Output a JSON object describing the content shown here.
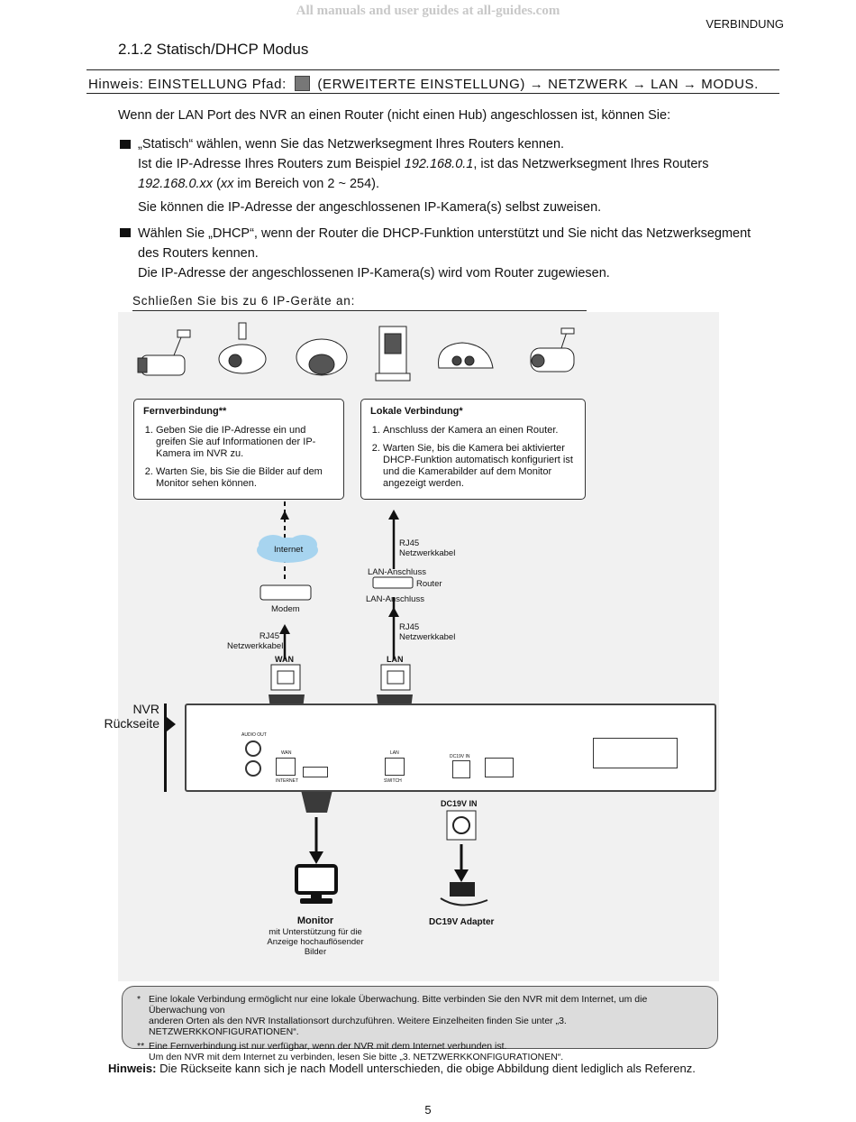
{
  "watermark": "All manuals and user guides at all-guides.com",
  "section_tag": "VERBINDUNG",
  "heading": "2.1.2 Statisch/DHCP Modus",
  "hint_path": {
    "prefix": "Hinweis: EINSTELLUNG Pfad:",
    "icon": "settings-icon",
    "suffix": "(ERWEITERTE EINSTELLUNG) → NETZWERK → LAN → MODUS."
  },
  "intro": "Wenn der LAN Port des NVR an einen Router (nicht einen Hub) angeschlossen ist, können Sie:",
  "bullets": [
    {
      "line1": "„Statisch“ wählen, wenn Sie das Netzwerksegment Ihres Routers kennen.",
      "line2_a": "Ist die IP-Adresse Ihres Routers zum Beispiel ",
      "line2_ip": "192.168.0.1",
      "line2_b": ", ist das Netzwerksegment Ihres Routers",
      "line3_seg": "192.168.0.xx",
      "line3_a": " (",
      "line3_xx": "xx",
      "line3_b": " im Bereich von 2 ~ 254).",
      "line4": "Sie können die IP-Adresse der angeschlossenen IP-Kamera(s) selbst zuweisen."
    },
    {
      "line1": "Wählen Sie „DHCP“, wenn der Router die DHCP-Funktion unterstützt und Sie nicht das Netzwerksegment",
      "line2": "des Routers kennen.",
      "line3": "Die IP-Adresse der angeschlossenen IP-Kamera(s) wird vom Router zugewiesen."
    }
  ],
  "diagram": {
    "caption": "Schließen Sie bis zu 6 IP-Geräte an:",
    "remote_box": {
      "title": "Fernverbindung**",
      "items": [
        "Geben Sie die IP-Adresse ein und greifen Sie auf Informationen der IP-Kamera im NVR zu.",
        "Warten Sie, bis Sie die Bilder auf dem Monitor sehen können."
      ]
    },
    "local_box": {
      "title": "Lokale Verbindung*",
      "items": [
        "Anschluss der Kamera an einen Router.",
        "Warten Sie, bis die Kamera bei aktivierter DHCP-Funktion automatisch konfiguriert ist und die Kamerabilder auf dem Monitor angezeigt werden."
      ]
    },
    "internet": "Internet",
    "modem": "Modem",
    "router": "Router",
    "lan_port_top": "LAN-Anschluss",
    "lan_port_bottom": "LAN-Anschluss",
    "rj45": "RJ45",
    "cable": "Netzwerkkabel",
    "wan": "WAN",
    "lan": "LAN",
    "nvr_label_1": "NVR",
    "nvr_label_2": "Rückseite",
    "audio_out": "AUDIO OUT",
    "port_wan": "WAN",
    "port_internet": "INTERNET",
    "port_lan": "LAN",
    "port_switch": "SWITCH",
    "dc_small": "DC19V IN",
    "dc_in": "DC19V IN",
    "monitor_title": "Monitor",
    "monitor_desc": [
      "mit Unterstützung für die",
      "Anzeige hochauflösender",
      "Bilder"
    ],
    "adapter": "DC19V Adapter"
  },
  "footnotes": [
    {
      "mark": "*",
      "lines": [
        "Eine lokale Verbindung ermöglicht nur eine lokale Überwachung. Bitte verbinden Sie den NVR mit dem Internet, um die Überwachung von",
        "anderen Orten als den NVR Installationsort durchzuführen. Weitere Einzelheiten finden Sie unter „3. NETZWERKKONFIGURATIONEN“."
      ]
    },
    {
      "mark": "**",
      "lines": [
        "Eine Fernverbindung ist nur verfügbar, wenn der NVR mit dem Internet verbunden ist.",
        "Um den NVR mit dem Internet zu verbinden, lesen Sie bitte „3. NETZWERKKONFIGURATIONEN“."
      ]
    }
  ],
  "final_hint": {
    "label": "Hinweis:",
    "text": " Die Rückseite kann sich je nach Modell unterschieden, die obige Abbildung dient lediglich als Referenz."
  },
  "page_number": "5"
}
